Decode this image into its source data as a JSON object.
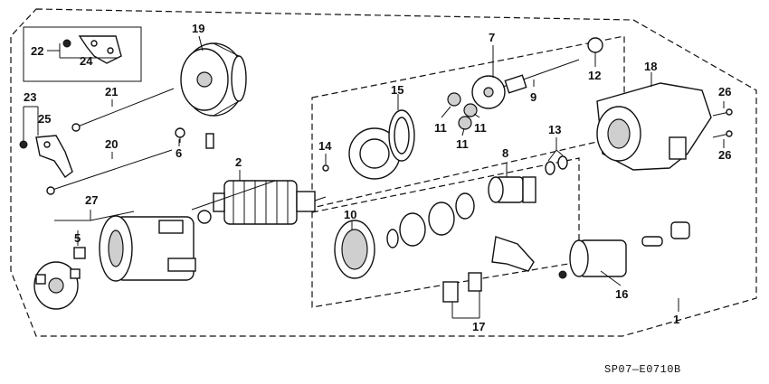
{
  "callouts": [
    "1",
    "2",
    "5",
    "6",
    "7",
    "8",
    "9",
    "10",
    "11",
    "11",
    "11",
    "12",
    "13",
    "14",
    "15",
    "16",
    "17",
    "18",
    "19",
    "20",
    "21",
    "22",
    "23",
    "24",
    "25",
    "26",
    "26",
    "27"
  ],
  "diagram_code": "SP07—E0710B"
}
